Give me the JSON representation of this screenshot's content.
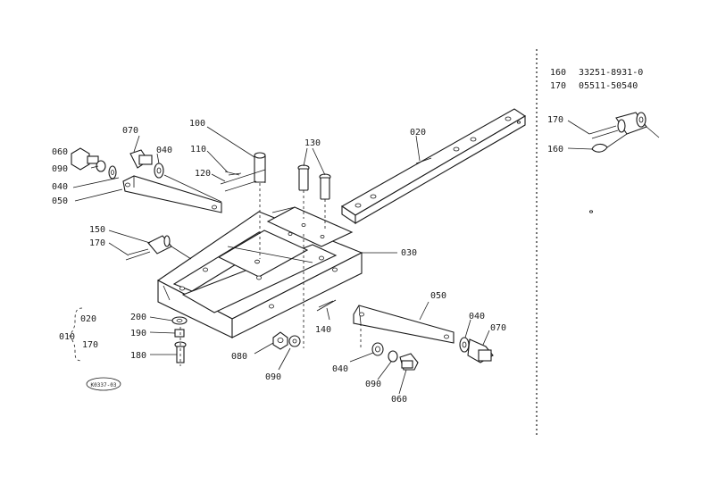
{
  "callouts": {
    "c020": "020",
    "c030": "030",
    "c040a": "040",
    "c040b": "040",
    "c040c": "040",
    "c040d": "040",
    "c050a": "050",
    "c050b": "050",
    "c060a": "060",
    "c060b": "060",
    "c070a": "070",
    "c070b": "070",
    "c080": "080",
    "c090a": "090",
    "c090b": "090",
    "c090c": "090",
    "c100": "100",
    "c110": "110",
    "c120": "120",
    "c130": "130",
    "c140": "140",
    "c150": "150",
    "c170a": "170",
    "c170b": "170",
    "c180": "180",
    "c190": "190",
    "c200": "200",
    "c160": "160"
  },
  "assembly_group": {
    "parent": "010",
    "child_a": "020",
    "child_b": "170"
  },
  "figure_id": "K0337-03",
  "part_table": [
    {
      "ref": "160",
      "number": "33251-8931-0"
    },
    {
      "ref": "170",
      "number": "05511-50540"
    }
  ]
}
